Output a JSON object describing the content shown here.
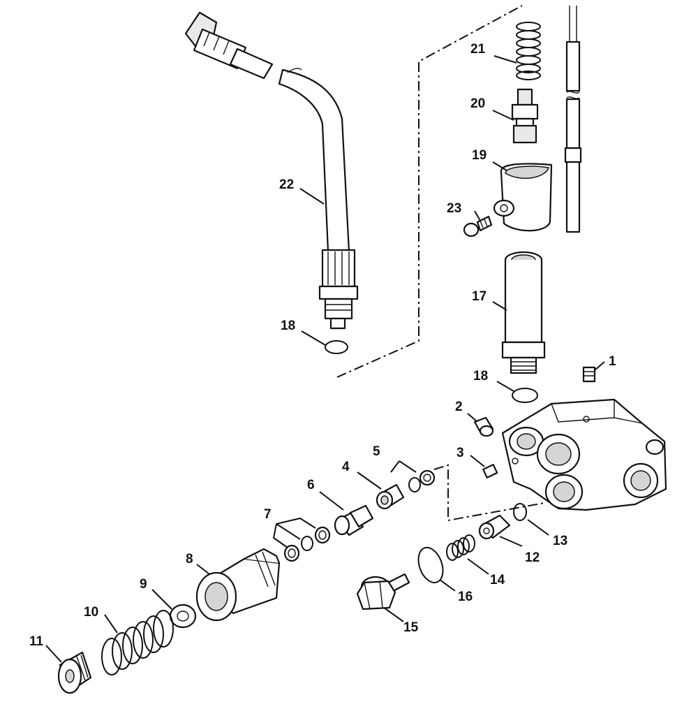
{
  "diagram": {
    "labels": {
      "p1": "1",
      "p2": "2",
      "p3": "3",
      "p4": "4",
      "p5": "5",
      "p6": "6",
      "p7": "7",
      "p8": "8",
      "p9": "9",
      "p10": "10",
      "p11": "11",
      "p12": "12",
      "p13": "13",
      "p14": "14",
      "p15": "15",
      "p16": "16",
      "p17": "17",
      "p18a": "18",
      "p18b": "18",
      "p19": "19",
      "p20": "20",
      "p21": "21",
      "p22": "22",
      "p23": "23"
    }
  }
}
